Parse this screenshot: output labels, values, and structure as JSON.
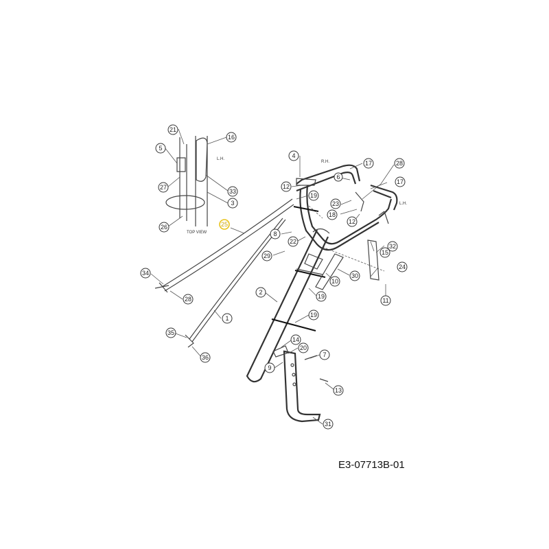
{
  "drawing_code": "E3-07713B-01",
  "inset": {
    "caption": "TOP VIEW",
    "side_label": "L.H."
  },
  "frame_labels": {
    "rh": "R.H.",
    "lh": "L.H."
  },
  "callouts": [
    "21",
    "16",
    "5",
    "27",
    "33",
    "3",
    "26",
    "25",
    "4",
    "17",
    "28",
    "12",
    "19",
    "18",
    "22",
    "23",
    "6",
    "12",
    "17",
    "8",
    "29",
    "15",
    "32",
    "24",
    "10",
    "30",
    "11",
    "34",
    "28",
    "2",
    "19",
    "19",
    "1",
    "35",
    "36",
    "14",
    "20",
    "9",
    "7",
    "13",
    "31"
  ],
  "highlight_color": "#e8c21a"
}
